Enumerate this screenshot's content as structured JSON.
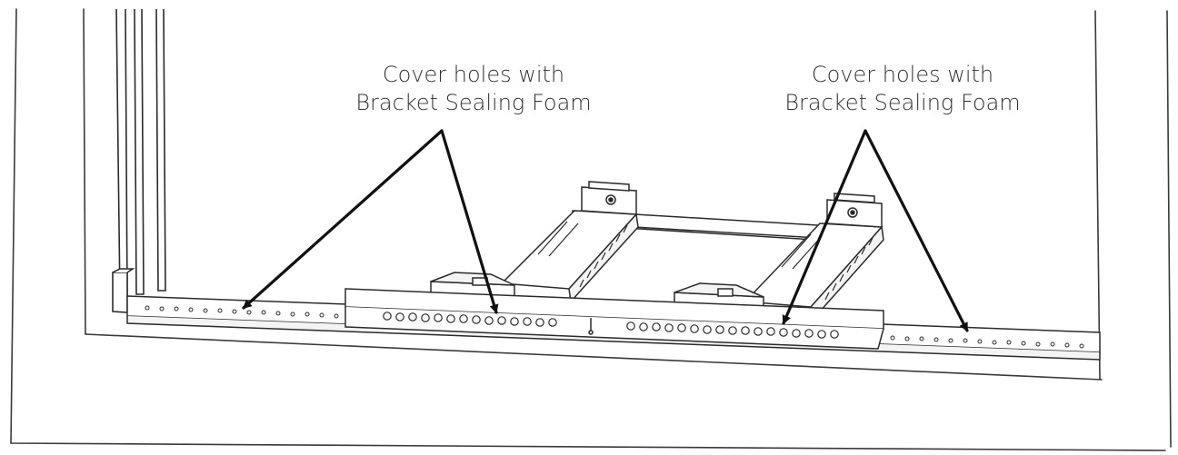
{
  "callouts": [
    {
      "line1": "Cover holes with",
      "line2": "Bracket Sealing Foam"
    },
    {
      "line1": "Cover holes with",
      "line2": "Bracket Sealing Foam"
    }
  ],
  "colors": {
    "line": "#2b2b2b",
    "arrow": "#111111",
    "fill": "#ffffff",
    "panel": "#f4f4f4"
  }
}
